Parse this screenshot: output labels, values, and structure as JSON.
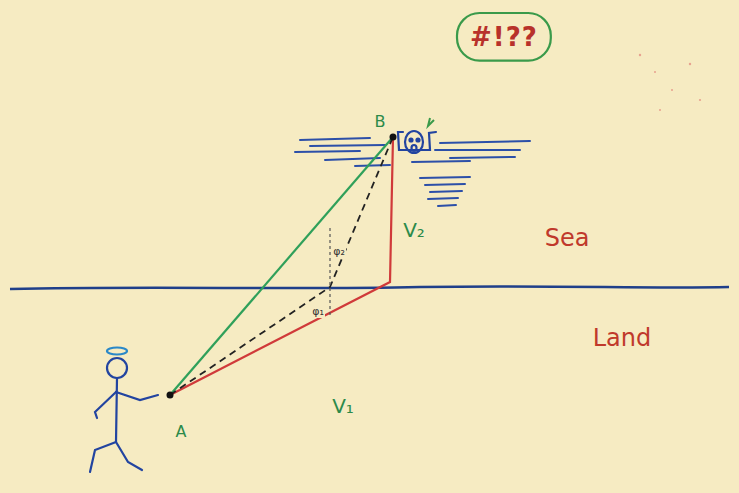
{
  "diagram": {
    "nodes": [
      {
        "text": [
          "#!??"
        ]
      }
    ],
    "labels": [
      "B",
      "A",
      "V₂",
      "V₁",
      "Sea",
      "Land",
      "φ₂",
      "φ₁"
    ]
  }
}
